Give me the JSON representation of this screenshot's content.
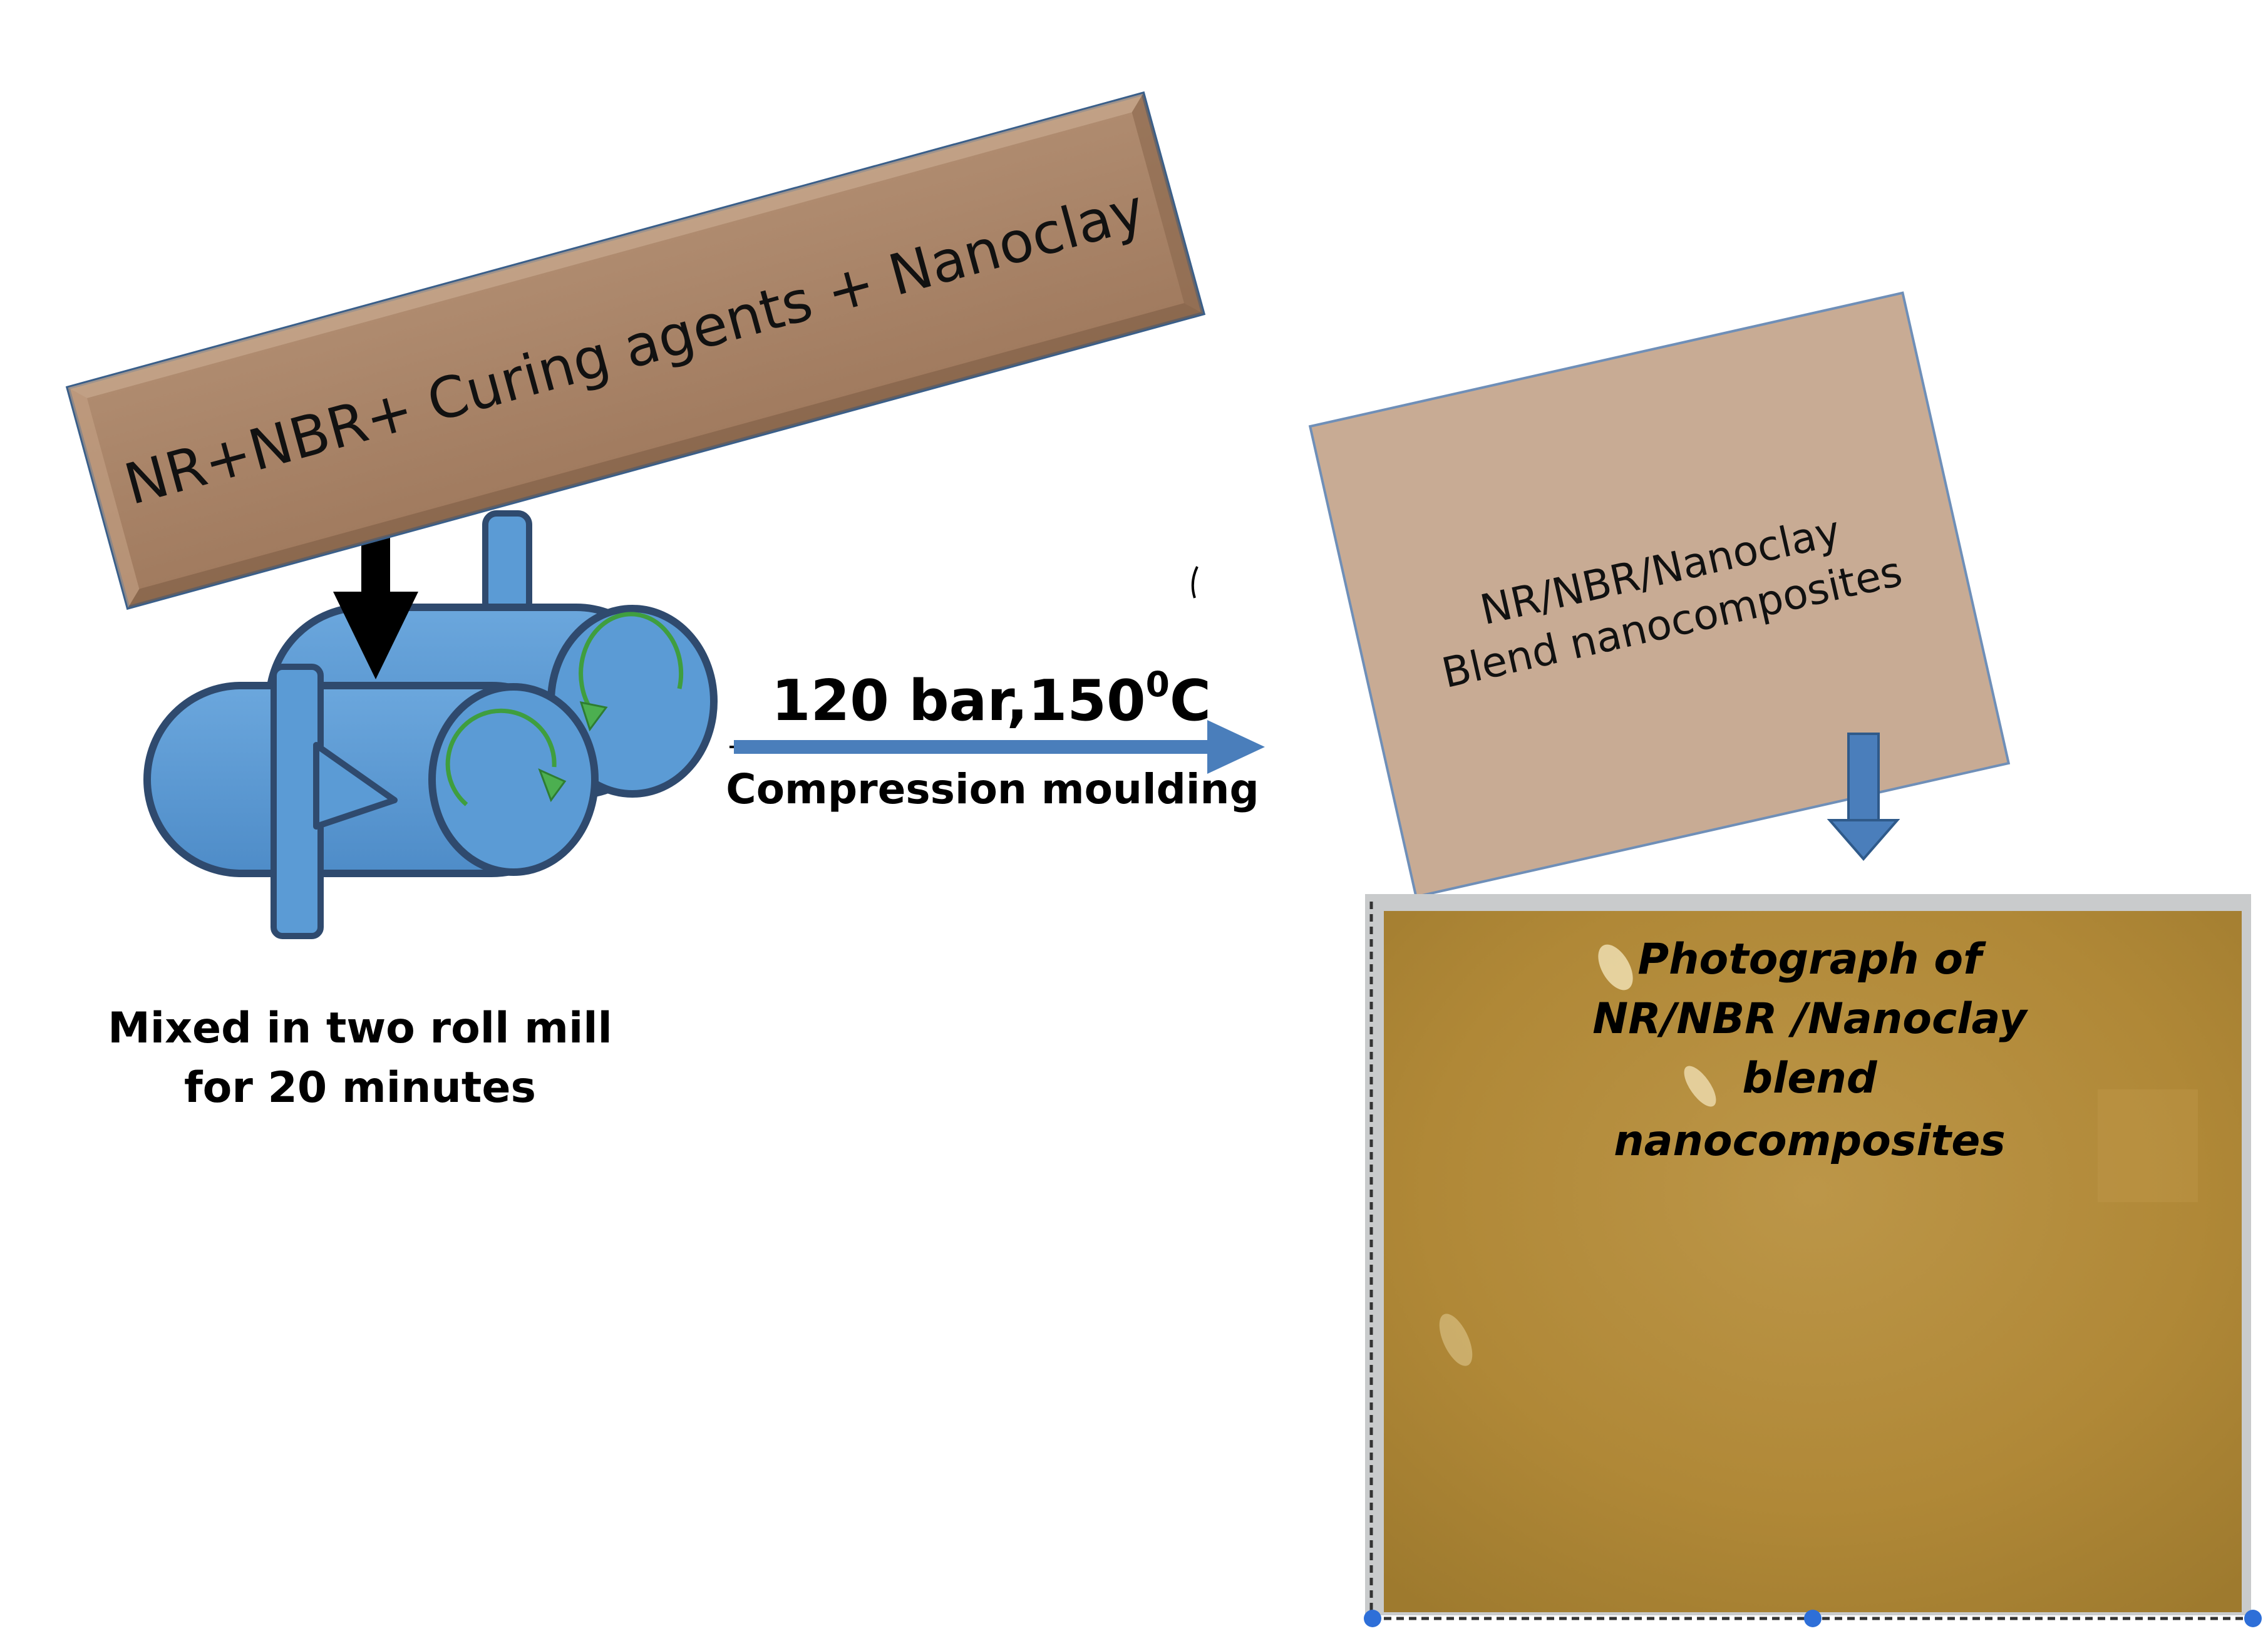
{
  "ingredients_box": {
    "label": "NR+NBR+ Curing agents + Nanoclay"
  },
  "mill": {
    "caption_line1": "Mixed in two roll mill",
    "caption_line2": "for 20 minutes"
  },
  "process_arrow": {
    "condition_text": "120 bar,150",
    "condition_superscript": "0",
    "condition_unit": "C",
    "label": "Compression moulding"
  },
  "product_box": {
    "label_line1": "NR/NBR/Nanoclay",
    "label_line2": "Blend nanocomposites"
  },
  "photo": {
    "caption_line1": "Photograph of",
    "caption_line2": "NR/NBR /Nanoclay",
    "caption_line3": "blend",
    "caption_line4": "nanocomposites"
  },
  "colors": {
    "ingredients_fill": "#A88468",
    "product_fill": "#C8AB94",
    "mill_blue": "#5B9BD5",
    "mill_outline": "#2F4A6E",
    "arrow_blue": "#4A7EBB",
    "rotation_green": "#3F9E3F",
    "photo_tan": "#B38A3C"
  }
}
